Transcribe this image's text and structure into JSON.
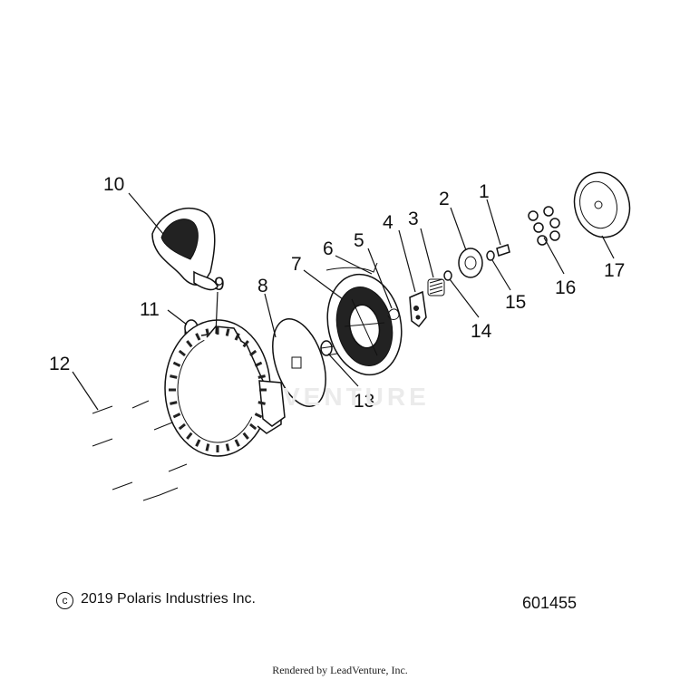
{
  "diagram": {
    "callouts": [
      "1",
      "2",
      "3",
      "4",
      "5",
      "6",
      "7",
      "8",
      "9",
      "10",
      "11",
      "12",
      "13",
      "14",
      "15",
      "16",
      "17"
    ],
    "copyright": "2019 Polaris Industries Inc.",
    "copyright_symbol": "c",
    "drawing_number": "601455",
    "rendered_by": "Rendered by LeadVenture, Inc.",
    "watermark": "VENTURE",
    "colors": {
      "line": "#111111",
      "background": "#ffffff",
      "watermark": "#ebebeb"
    }
  }
}
